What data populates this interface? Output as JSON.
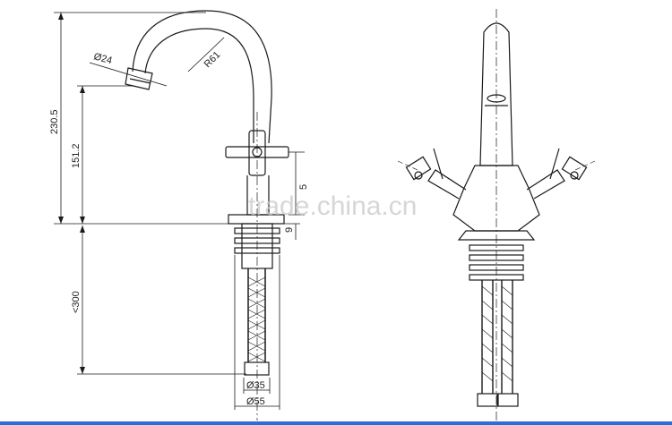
{
  "drawing": {
    "line_color": "#1a1a1a",
    "footer_bar_color": "#2a6ed6",
    "watermark": "trade.china.cn",
    "side_view": {
      "dim_spout_diameter": "Ø24",
      "dim_arc_radius": "R61",
      "dim_total_height": "230.5",
      "dim_outlet_height": "151.2",
      "dim_handle_height": "5",
      "dim_deck_thickness": "9",
      "dim_hose_length": "<300",
      "dim_inner_diameter": "Ø35",
      "dim_base_diameter": "Ø55"
    },
    "front_view": {
      "handle_count": 2,
      "hose_count": 2
    }
  }
}
